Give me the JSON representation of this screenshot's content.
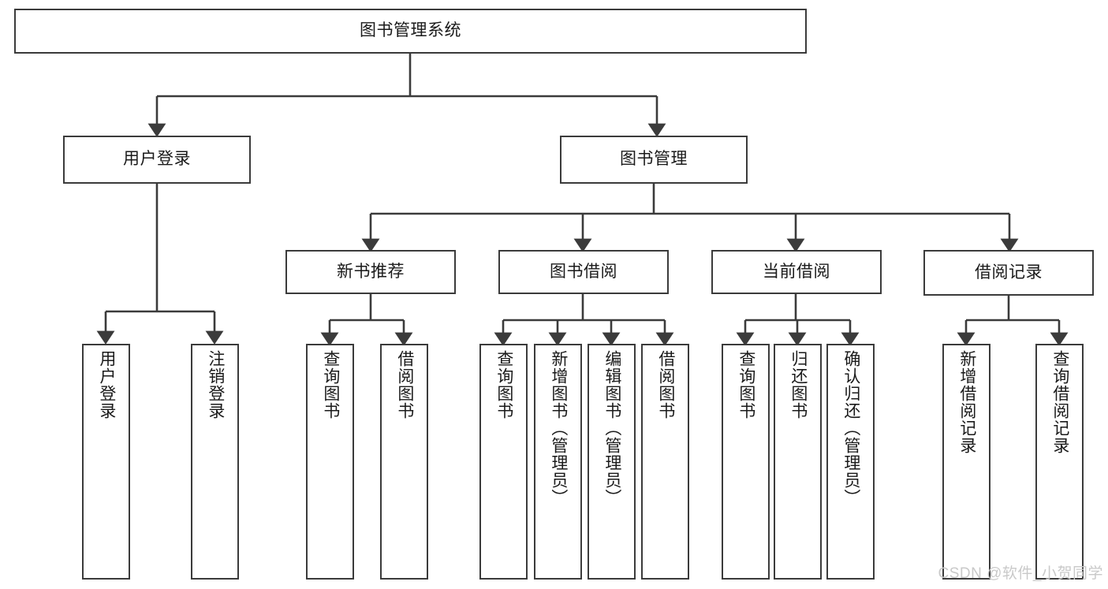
{
  "diagram": {
    "title": "图书管理系统",
    "watermark": "CSDN @软件_小贺同学",
    "colors": {
      "stroke": "#3b3b3b",
      "fill": "#ffffff",
      "text": "#1a1a1a",
      "watermark": "#c9c9c9"
    },
    "root": {
      "label": "图书管理系统"
    },
    "level2": [
      {
        "label": "用户登录"
      },
      {
        "label": "图书管理"
      }
    ],
    "level3": [
      {
        "label": "新书推荐"
      },
      {
        "label": "图书借阅"
      },
      {
        "label": "当前借阅"
      },
      {
        "label": "借阅记录"
      }
    ],
    "leaves": {
      "user_login": [
        {
          "label": "用户登录"
        },
        {
          "label": "注销登录"
        }
      ],
      "new_book_recommend": [
        {
          "label": "查询图书"
        },
        {
          "label": "借阅图书"
        }
      ],
      "book_borrow": [
        {
          "label": "查询图书"
        },
        {
          "label": "新增图书（管理员）"
        },
        {
          "label": "编辑图书（管理员）"
        },
        {
          "label": "借阅图书"
        }
      ],
      "current_borrow": [
        {
          "label": "查询图书"
        },
        {
          "label": "归还图书"
        },
        {
          "label": "确认归还（管理员）"
        }
      ],
      "borrow_record": [
        {
          "label": "新增借阅记录"
        },
        {
          "label": "查询借阅记录"
        }
      ]
    }
  }
}
